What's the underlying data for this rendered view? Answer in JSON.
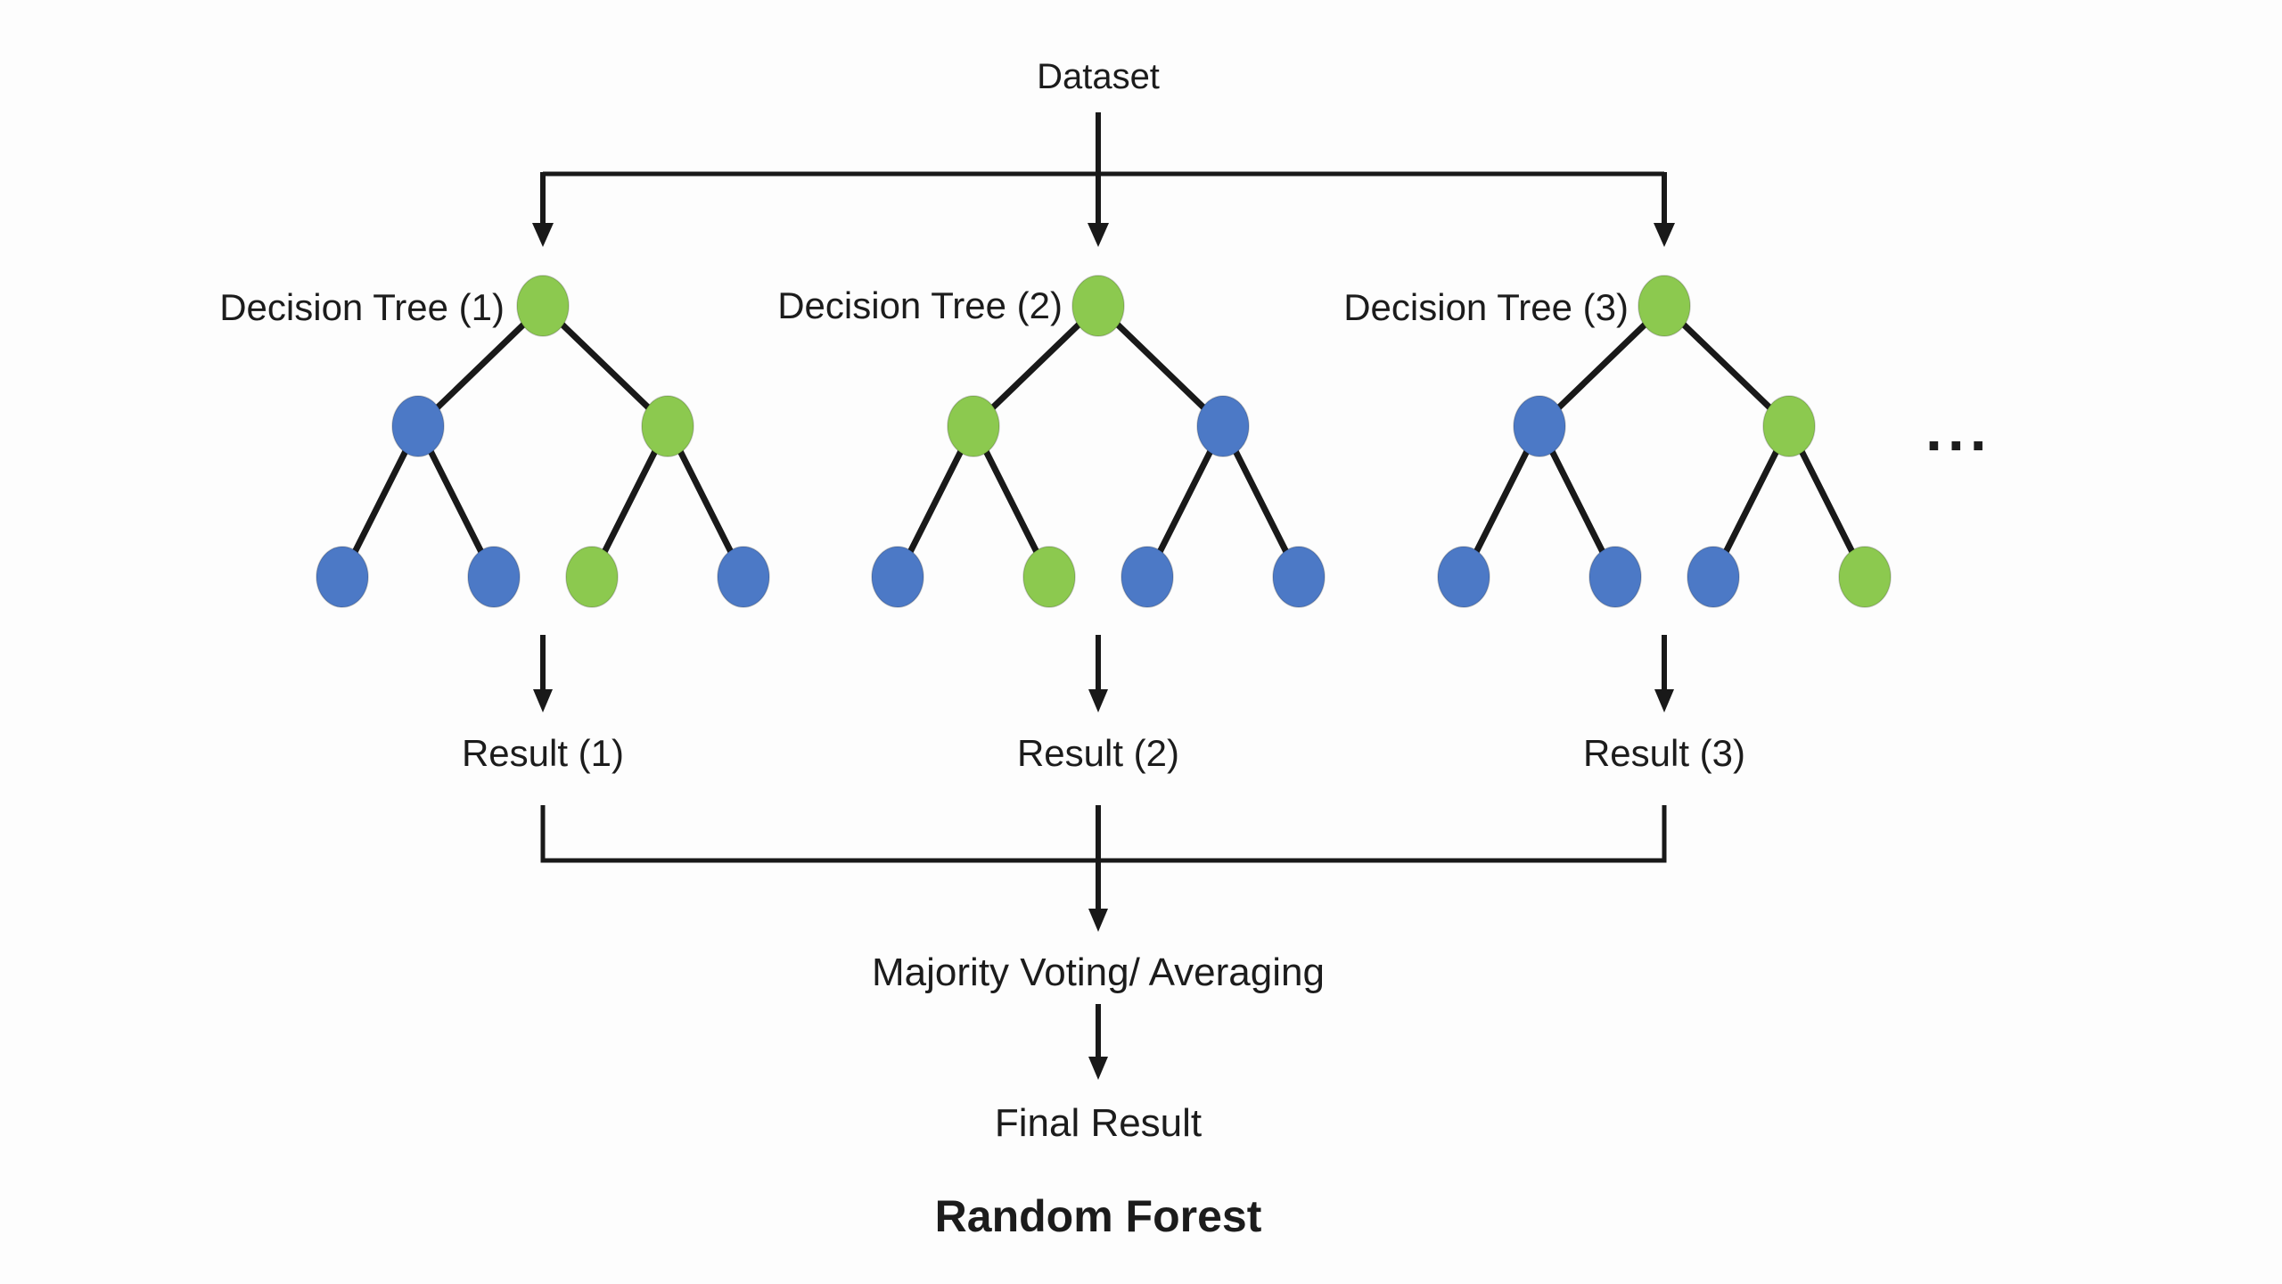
{
  "diagram_title": "Random Forest",
  "colors": {
    "green": "#8CC94F",
    "blue": "#4C79C6",
    "line": "#191919",
    "text": "#1c1c1c",
    "background": "#fdfdfd"
  },
  "dataset_label": "Dataset",
  "trees": [
    {
      "label": "Decision Tree (1)",
      "node_colors": [
        "green",
        "blue",
        "green",
        "blue",
        "blue",
        "green",
        "blue"
      ]
    },
    {
      "label": "Decision Tree (2)",
      "node_colors": [
        "green",
        "green",
        "blue",
        "blue",
        "green",
        "blue",
        "blue"
      ]
    },
    {
      "label": "Decision Tree (3)",
      "node_colors": [
        "green",
        "blue",
        "green",
        "blue",
        "blue",
        "blue",
        "green"
      ]
    }
  ],
  "results": [
    {
      "label": "Result (1)"
    },
    {
      "label": "Result (2)"
    },
    {
      "label": "Result (3)"
    }
  ],
  "ellipsis": "...",
  "aggregation_label": "Majority Voting/ Averaging",
  "final_result_label": "Final Result",
  "caption": "Random Forest"
}
